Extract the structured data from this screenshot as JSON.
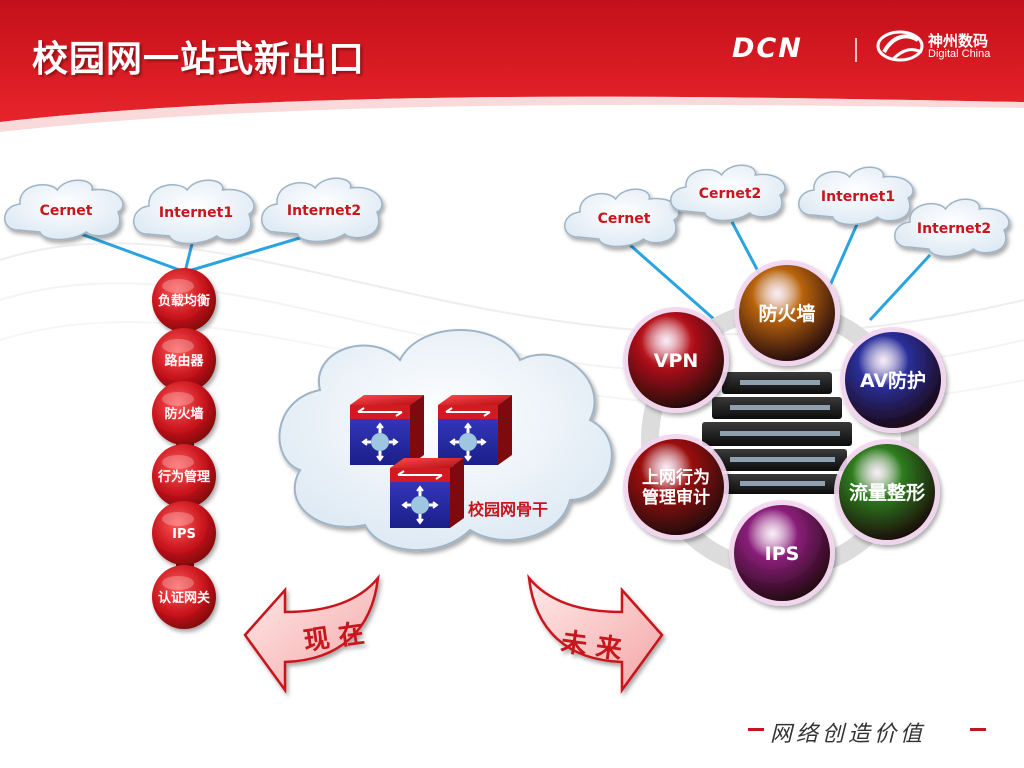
{
  "header": {
    "title": "校园网一站式新出口",
    "logo_dcn": "DCN",
    "brand_cn": "神州数码",
    "brand_en": "Digital China"
  },
  "left": {
    "clouds": [
      "Cernet",
      "Internet1",
      "Internet2"
    ],
    "devices": [
      "负载均衡",
      "路由器",
      "防火墙",
      "行为管理",
      "IPS",
      "认证网关"
    ]
  },
  "center": {
    "backbone_label": "校园网骨干",
    "arrow_now": "现 在",
    "arrow_future": "未 来"
  },
  "right": {
    "clouds": [
      "Cernet",
      "Cernet2",
      "Internet1",
      "Internet2"
    ],
    "functions": [
      {
        "label": "防火墙",
        "color": "#b8630a"
      },
      {
        "label": "AV防护",
        "color": "#2a2f9a"
      },
      {
        "label": "流量整形",
        "color": "#2e7d1f"
      },
      {
        "label": "IPS",
        "color": "#8a1f7a"
      },
      {
        "label": "上网行为\n管理审计",
        "color": "#9c1010"
      },
      {
        "label": "VPN",
        "color": "#b5121b"
      }
    ]
  },
  "footer": {
    "slogan": "网络创造价值"
  },
  "colors": {
    "header_red": "#d7141c",
    "node_red": "#c8141c",
    "link_blue": "#2aa4e0"
  }
}
